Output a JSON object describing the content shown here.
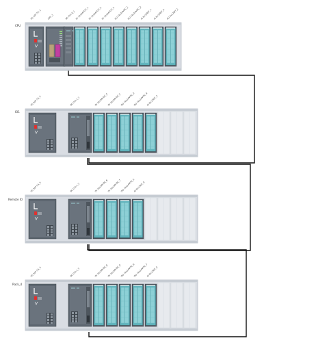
{
  "racks": [
    {
      "name": "CPU",
      "kind": "cpu",
      "modules": [
        {
          "label": "PS 307 5A_1",
          "type": "ps"
        },
        {
          "label": "CPU_1",
          "type": "cpu"
        },
        {
          "label": "IM 153-4_1",
          "type": "im"
        },
        {
          "label": "DI 16x24VDC_1",
          "type": "io"
        },
        {
          "label": "DI 16x24VDC_2",
          "type": "io"
        },
        {
          "label": "DI 16x24VDC_3",
          "type": "io"
        },
        {
          "label": "DO 16x24VDC_1",
          "type": "io"
        },
        {
          "label": "DO 16x24VDC_2",
          "type": "io"
        },
        {
          "label": "AI 8x12BIT_1",
          "type": "io"
        },
        {
          "label": "AI 8x12BIT_2",
          "type": "io"
        },
        {
          "label": "AO 4x12BIT_1",
          "type": "io"
        }
      ]
    },
    {
      "name": "IO1",
      "kind": "remote",
      "modules": [
        {
          "label": "PS 307 5A_2",
          "type": "ps"
        },
        {
          "label": "IM 153-1_1",
          "type": "im"
        },
        {
          "label": "DI 16x24VDC_4",
          "type": "io"
        },
        {
          "label": "DI 16x24VDC_5",
          "type": "io"
        },
        {
          "label": "DO 16x24VDC_3",
          "type": "io"
        },
        {
          "label": "DO 16x24VDC_4",
          "type": "io"
        },
        {
          "label": "AI 8x12BIT_3",
          "type": "io"
        }
      ]
    },
    {
      "name": "Remote IO",
      "kind": "remote",
      "modules": [
        {
          "label": "PS 307 5A_3",
          "type": "ps"
        },
        {
          "label": "IM 153-1_2",
          "type": "im"
        },
        {
          "label": "DI 16x24VDC_6",
          "type": "io"
        },
        {
          "label": "DI 16x24VDC_7",
          "type": "io"
        },
        {
          "label": "DO 16x24VDC_5",
          "type": "io"
        },
        {
          "label": "AI 8x12BIT_4",
          "type": "io"
        }
      ]
    },
    {
      "name": "Rack_4",
      "kind": "remote",
      "modules": [
        {
          "label": "PS 307 5A_4",
          "type": "ps"
        },
        {
          "label": "IM 153-1_3",
          "type": "im"
        },
        {
          "label": "DI 16x24VDC_8",
          "type": "io"
        },
        {
          "label": "DI 16x24VDC_9",
          "type": "io"
        },
        {
          "label": "DO 16x24VDC_6",
          "type": "io"
        },
        {
          "label": "DO 16x24VDC_7",
          "type": "io"
        },
        {
          "label": "AI 8x12BIT_5",
          "type": "io"
        }
      ]
    }
  ],
  "colors": {
    "rail": "#d9dde3",
    "rail_border": "#b8bec6",
    "module_dark": "#5d6670",
    "module_io": "#63b6bf",
    "module_io_face": "#8dd0d6",
    "accent_led": "#e0312f",
    "cpu_magenta": "#c23ea0",
    "cable": "#111111"
  }
}
